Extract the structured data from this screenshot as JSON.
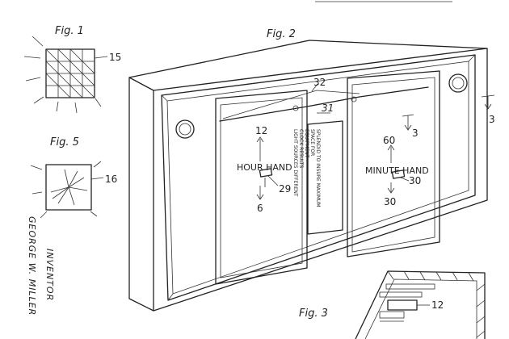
{
  "figures": {
    "fig1": "Fig. 1",
    "fig2": "Fig. 2",
    "fig3": "Fig. 3",
    "fig5": "Fig. 5"
  },
  "refs": {
    "r15": "15",
    "r16": "16",
    "r32": "32",
    "r31": "31",
    "r3a": "3",
    "r3b": "3",
    "r29": "29",
    "r30": "30",
    "r12": "12"
  },
  "dial_hour": {
    "top": "12",
    "bottom": "6",
    "label": "HOUR HAND"
  },
  "dial_minute": {
    "top": "60",
    "bottom": "30",
    "label": "MINUTE HAND"
  },
  "center_text": [
    "SPLENDID TO INSURE MAXIMUM",
    "SPACE FOR",
    "EQUIPMENT",
    "CLOCK RESULTS",
    "LIGHT SOURCES DIFFERENT"
  ],
  "inventor": {
    "title": "INVENTOR",
    "name": "GEORGE W. MILLER"
  }
}
